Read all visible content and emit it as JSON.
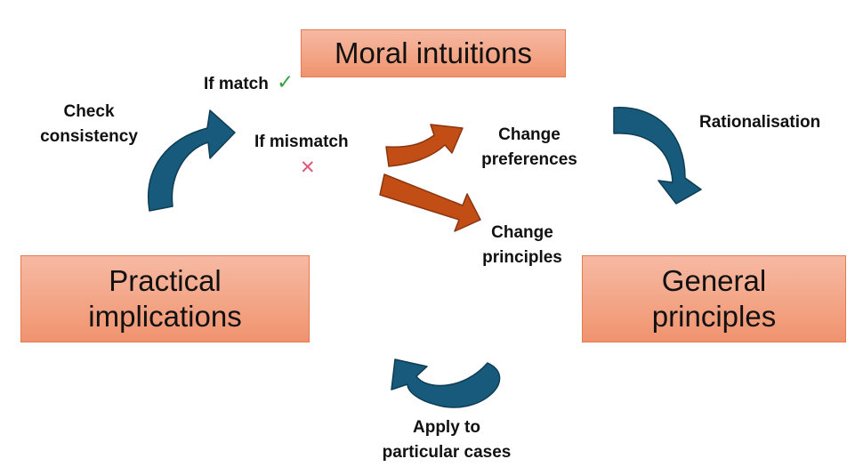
{
  "nodes": {
    "moral_intuitions": {
      "text": "Moral intuitions"
    },
    "practical_implications": {
      "line1": "Practical",
      "line2": "implications"
    },
    "general_principles": {
      "line1": "General",
      "line2": "principles"
    }
  },
  "labels": {
    "check_consistency": {
      "line1": "Check",
      "line2": "consistency"
    },
    "if_match": "If match",
    "if_mismatch": "If mismatch",
    "change_preferences": {
      "line1": "Change",
      "line2": "preferences"
    },
    "change_principles": {
      "line1": "Change",
      "line2": "principles"
    },
    "rationalisation": "Rationalisation",
    "apply_to_cases": {
      "line1": "Apply to",
      "line2": "particular cases"
    }
  },
  "marks": {
    "check": "✓",
    "cross": "✕"
  },
  "colors": {
    "box_fill": "#f3a586",
    "box_border": "#e57a4c",
    "blue_arrow": "#175a7b",
    "blue_arrow_stroke": "#0e3d55",
    "orange_arrow": "#c24e16",
    "orange_arrow_stroke": "#8a3510",
    "check_mark": "#3aa043",
    "cross_mark": "#e0587a"
  }
}
